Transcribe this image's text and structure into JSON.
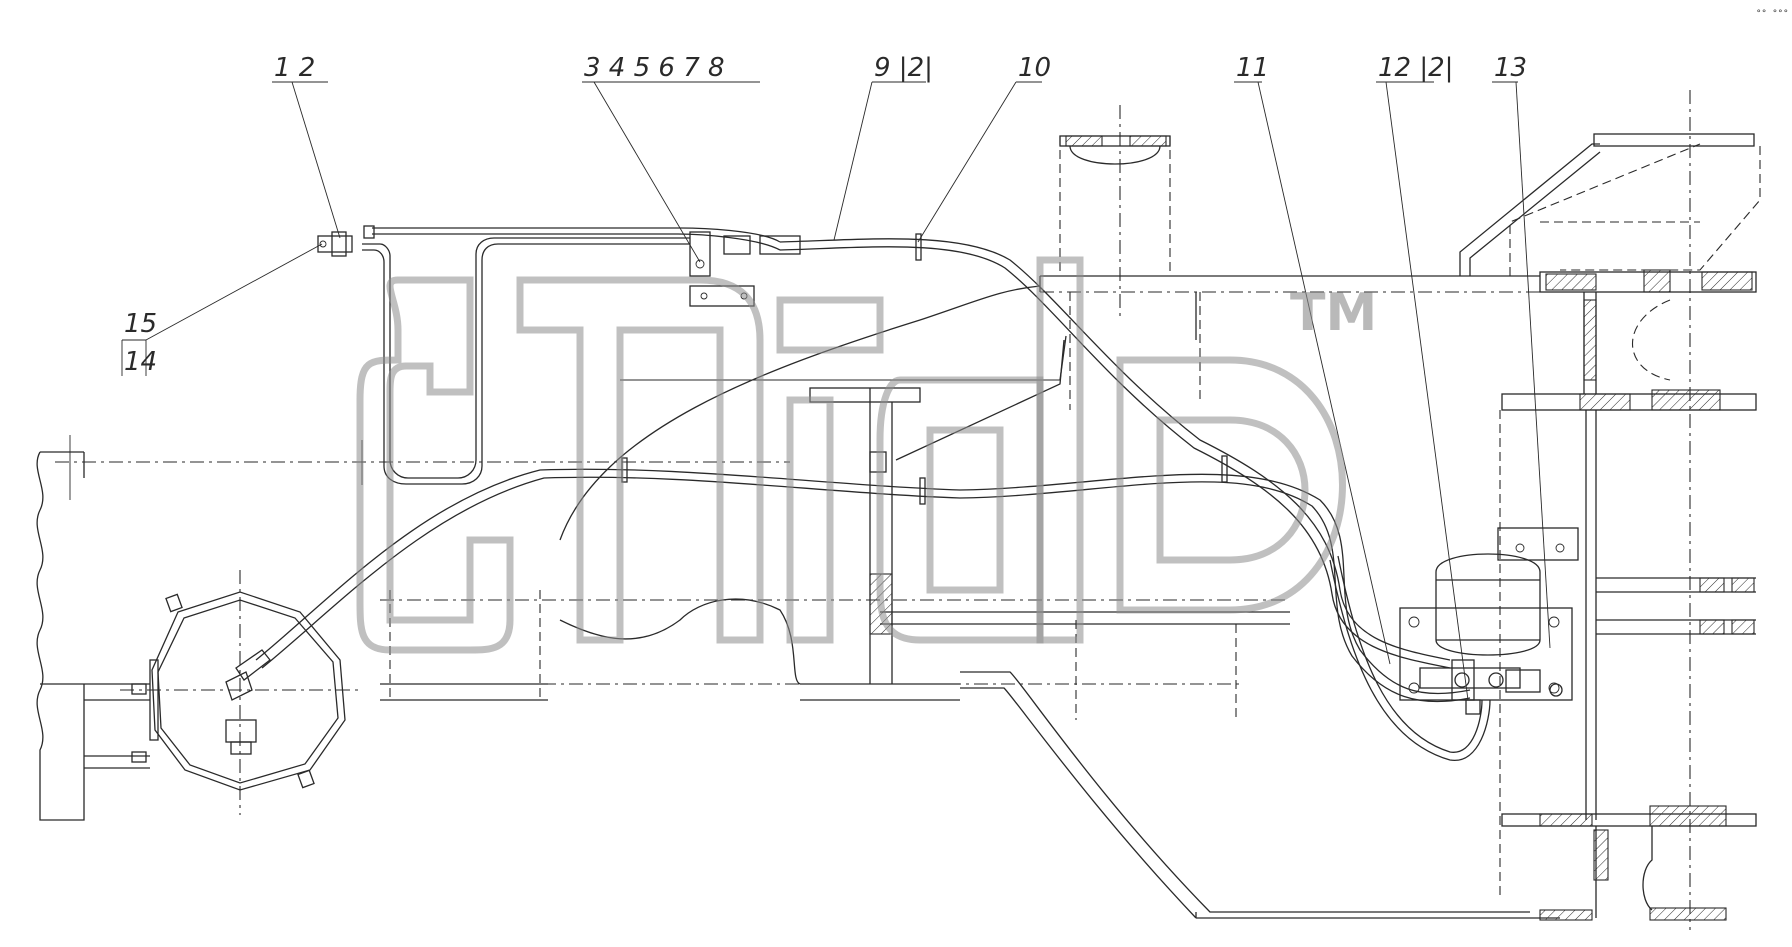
{
  "callouts": {
    "c1_2": "1  2",
    "c3_8": "3 4 5 6 7 8",
    "c9": "9 |2|",
    "c10": "10",
    "c11": "11",
    "c12": "12 |2|",
    "c13": "13",
    "c15": "15",
    "c14": "14"
  },
  "watermark": {
    "trademark": "TM"
  },
  "corner_mark": "°° °°°"
}
